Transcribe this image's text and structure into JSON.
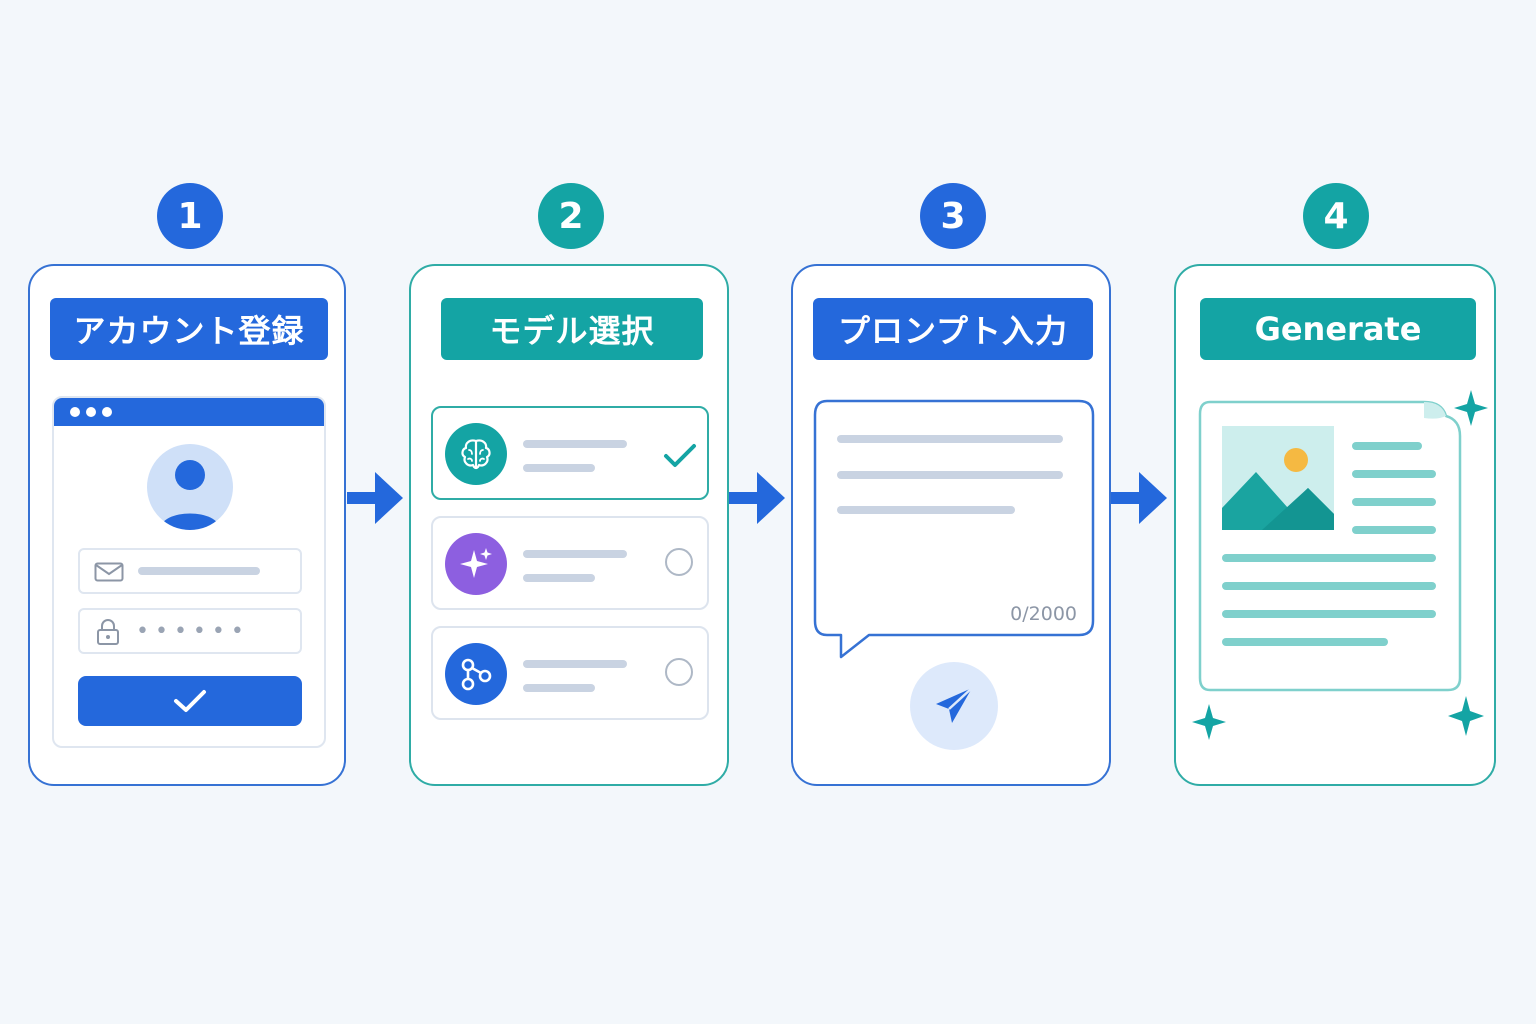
{
  "steps": [
    {
      "number": "1",
      "title": "アカウント登録"
    },
    {
      "number": "2",
      "title": "モデル選択"
    },
    {
      "number": "3",
      "title": "プロンプト入力"
    },
    {
      "number": "4",
      "title": "Generate"
    }
  ],
  "signup": {
    "password_mask": "••••••"
  },
  "prompt": {
    "char_count": "0/2000"
  },
  "colors": {
    "blue": "#2468dc",
    "teal": "#14a4a4",
    "purple": "#8d5fe0",
    "background": "#f3f7fb"
  }
}
